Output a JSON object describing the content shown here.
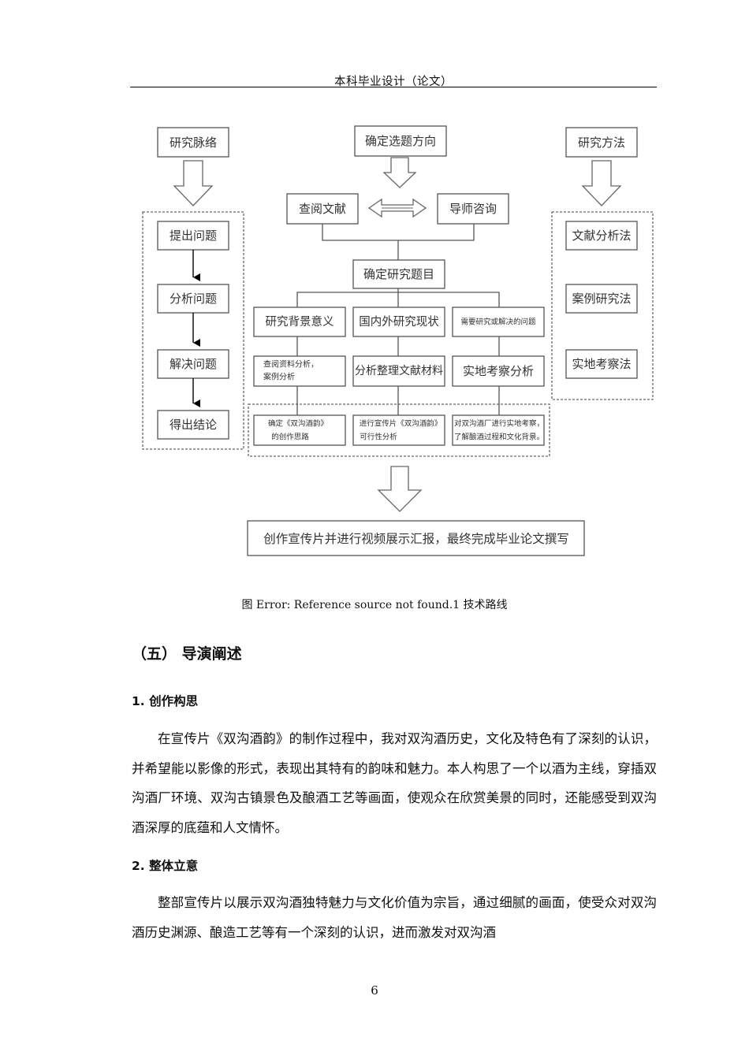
{
  "header": {
    "title": "本科毕业设计（论文）"
  },
  "figure": {
    "caption": "图  Error: Reference source not found.1 技术路线",
    "top": {
      "left_heading": "研究脉络",
      "center_heading": "确定选题方向",
      "right_heading": "研究方法",
      "review": "查阅文献",
      "advisor": "导师咨询",
      "topic": "确定研究题目"
    },
    "left_steps": [
      "提出问题",
      "分析问题",
      "解决问题",
      "得出结论"
    ],
    "right_methods": [
      "文献分析法",
      "案例研究法",
      "实地考察法"
    ],
    "columns": [
      {
        "title": "研究背景意义",
        "mid_line1": "查阅资料分析，",
        "mid_line2": "案例分析",
        "bottom_line1": "确定《双沟酒韵》",
        "bottom_line2": "的创作思路"
      },
      {
        "title": "国内外研究现状",
        "mid_line1": "分析整理文献材料",
        "mid_line2": "",
        "bottom_line1": "进行宣传片《双沟酒韵》",
        "bottom_line2": "可行性分析"
      },
      {
        "title": "需要研究或解决的问题",
        "mid_line1": "实地考察分析",
        "mid_line2": "",
        "bottom_line1": "对双沟酒厂进行实地考察，",
        "bottom_line2": "了解酿酒过程和文化背景。"
      }
    ],
    "final": "创作宣传片并进行视频展示汇报，最终完成毕业论文撰写"
  },
  "section": {
    "title": "（五）  导演阐述"
  },
  "subsections": [
    {
      "title": "1. 创作构思",
      "paragraph": "在宣传片《双沟酒韵》的制作过程中，我对双沟酒历史，文化及特色有了深刻的认识，并希望能以影像的形式，表现出其特有的韵味和魅力。本人构思了一个以酒为主线，穿插双沟酒厂环境、双沟古镇景色及酿酒工艺等画面，使观众在欣赏美景的同时，还能感受到双沟酒深厚的底蕴和人文情怀。"
    },
    {
      "title": "2.  整体立意",
      "paragraph": "整部宣传片以展示双沟酒独特魅力与文化价值为宗旨，通过细腻的画面，使受众对双沟酒历史渊源、酿造工艺等有一个深刻的认识，进而激发对双沟酒"
    }
  ],
  "page_number": "6"
}
